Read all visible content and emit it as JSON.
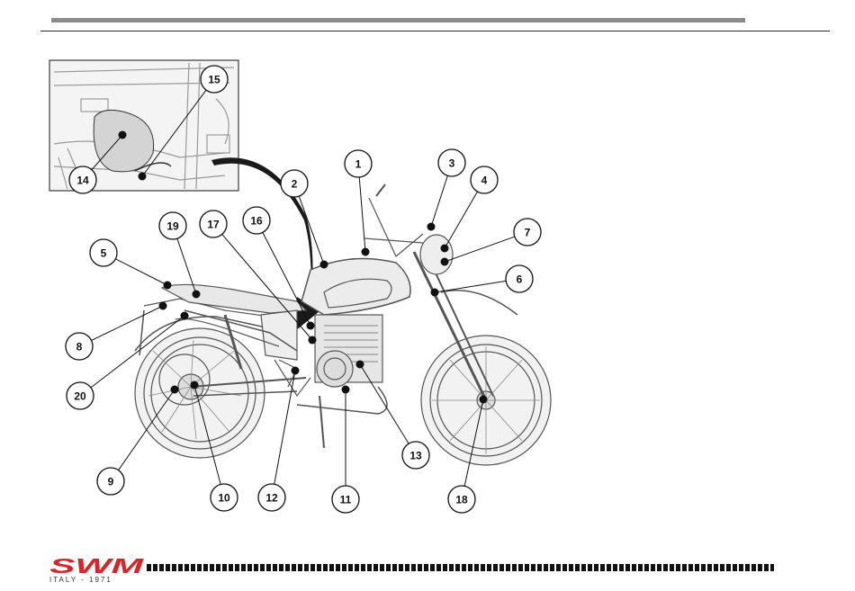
{
  "brand": {
    "logo_text": "SWM",
    "tagline": "ITALY - 1971",
    "color": "#d4262b"
  },
  "callouts": [
    {
      "num": "1"
    },
    {
      "num": "2"
    },
    {
      "num": "3"
    },
    {
      "num": "4"
    },
    {
      "num": "5"
    },
    {
      "num": "6"
    },
    {
      "num": "7"
    },
    {
      "num": "8"
    },
    {
      "num": "9"
    },
    {
      "num": "10"
    },
    {
      "num": "11"
    },
    {
      "num": "12"
    },
    {
      "num": "13"
    },
    {
      "num": "14"
    },
    {
      "num": "15"
    },
    {
      "num": "16"
    },
    {
      "num": "17"
    },
    {
      "num": "18"
    },
    {
      "num": "19"
    },
    {
      "num": "20"
    }
  ]
}
